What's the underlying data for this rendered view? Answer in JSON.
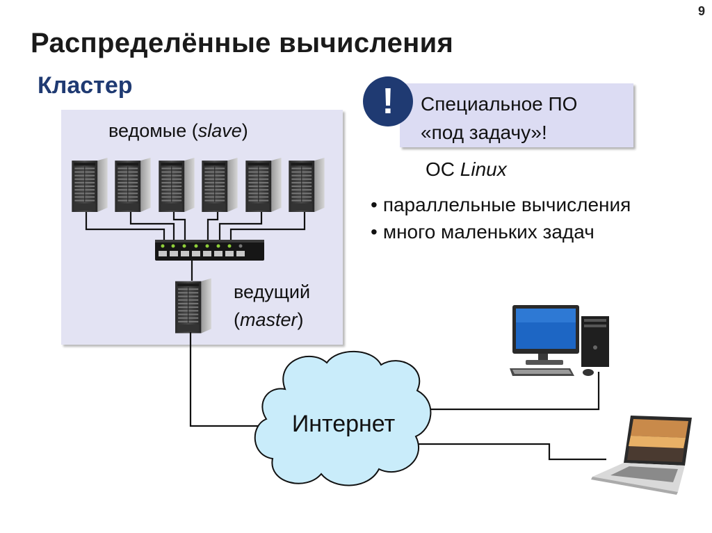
{
  "page_number": "9",
  "title": "Распределённые вычисления",
  "subtitle": "Кластер",
  "cluster": {
    "slaves_label_prefix": "ведомые (",
    "slaves_label_italic": "slave",
    "slaves_label_suffix": ")",
    "master_label_line1": "ведущий",
    "master_label_prefix": "(",
    "master_label_italic": "master",
    "master_label_suffix": ")"
  },
  "note": {
    "icon_text": "!",
    "line1": "Специальное ПО",
    "line2": "«под задачу»!"
  },
  "os": {
    "prefix": "ОС ",
    "italic": "Linux"
  },
  "bullets": [
    "параллельные вычисления",
    "много маленьких задач"
  ],
  "bullet_glyph": "•",
  "internet_label": "Интернет",
  "icons": {
    "server": "server-tower-icon",
    "switch": "network-switch-icon",
    "desktop": "desktop-computer-icon",
    "laptop": "laptop-icon",
    "cloud": "internet-cloud-icon"
  },
  "colors": {
    "panel": "#e3e3f3",
    "accent": "#1f3a72",
    "cloud": "#c9ecfa"
  }
}
